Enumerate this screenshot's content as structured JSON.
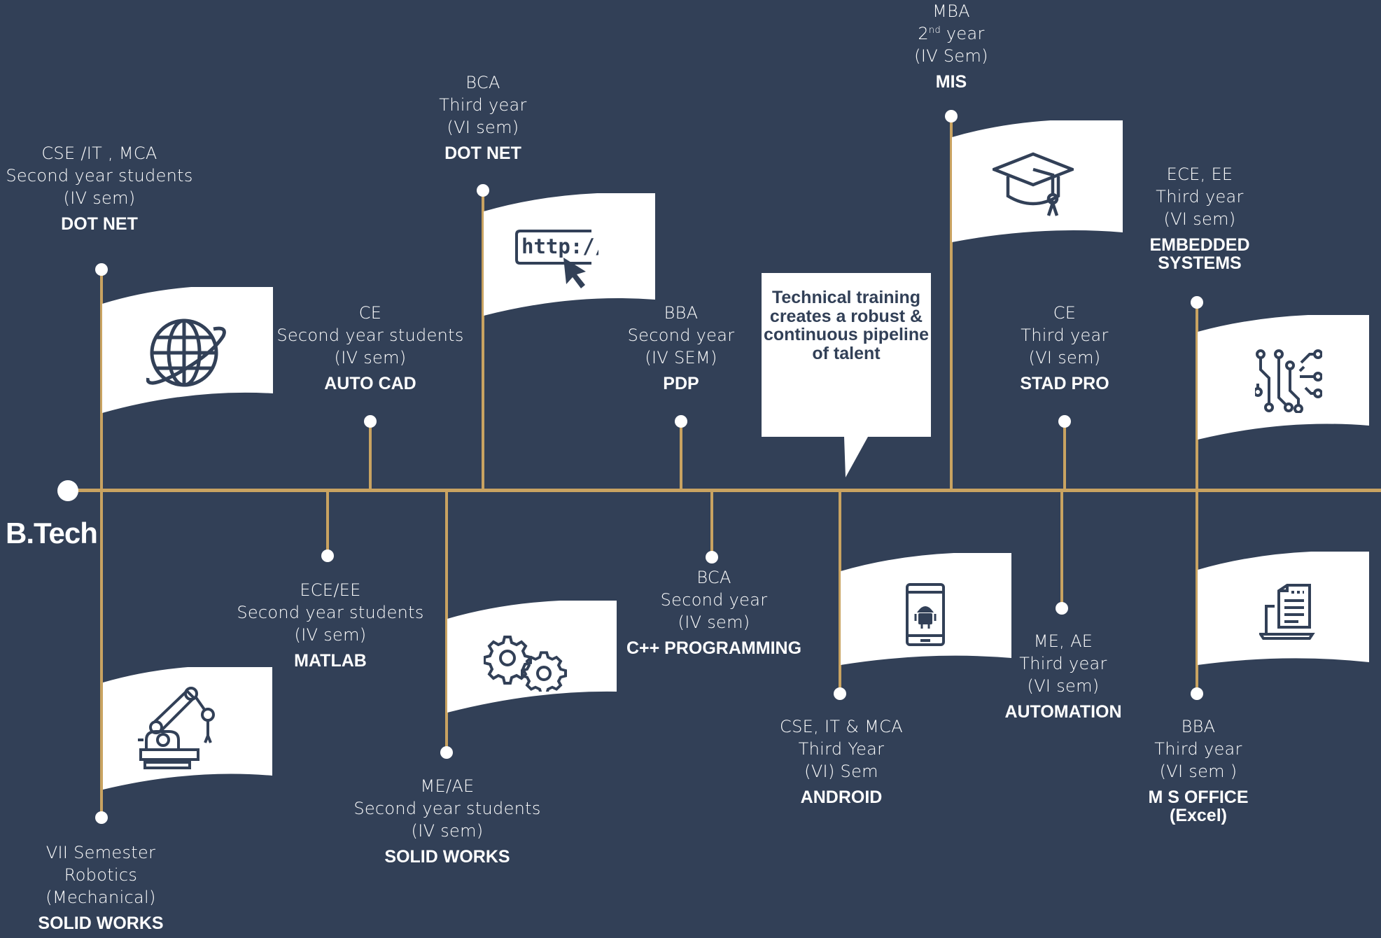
{
  "program": "B.Tech",
  "callout": "Technical training creates a robust & continuous pipeline of talent",
  "colors": {
    "background": "#324057",
    "timeline": "#c9a361",
    "flag": "#ffffff",
    "icon": "#324057"
  },
  "items": [
    {
      "lines": [
        "CSE /IT , MCA",
        "Second year students",
        "(IV sem)"
      ],
      "subject": "DOT NET",
      "icon": "globe-icon"
    },
    {
      "lines": [
        "CE",
        "Second year students",
        "(IV sem)"
      ],
      "subject": "AUTO CAD"
    },
    {
      "lines": [
        "BCA",
        "Third year",
        "(VI sem)"
      ],
      "subject": "DOT NET",
      "icon": "http-cursor-icon"
    },
    {
      "lines": [
        "BBA",
        "Second year",
        "(IV SEM)"
      ],
      "subject": "PDP"
    },
    {
      "lines": [
        "MBA",
        "(IV Sem)"
      ],
      "year_num": "2",
      "year_sup": "nd",
      "year_word": "year",
      "subject": "MIS",
      "icon": "graduation-cap-icon"
    },
    {
      "lines": [
        "CE",
        "Third  year",
        "(VI sem)"
      ],
      "subject": "STAD PRO"
    },
    {
      "lines": [
        "ECE, EE",
        "Third year",
        "(VI sem)"
      ],
      "subject_lines": [
        "EMBEDDED",
        "SYSTEMS"
      ],
      "icon": "circuit-icon"
    },
    {
      "lines": [
        "VII Semester",
        "Robotics",
        "(Mechanical)"
      ],
      "subject": "SOLID WORKS",
      "icon": "robot-arm-icon"
    },
    {
      "lines": [
        "ECE/EE",
        "Second year students",
        "(IV sem)"
      ],
      "subject": "MATLAB"
    },
    {
      "lines": [
        "ME/AE",
        "Second year students",
        "(IV sem)"
      ],
      "subject": "SOLID WORKS",
      "icon": "gears-icon"
    },
    {
      "lines": [
        "BCA",
        "Second year",
        "(IV sem)"
      ],
      "subject": "C++ PROGRAMMING"
    },
    {
      "lines": [
        "CSE, IT & MCA",
        "Third Year",
        "(VI) Sem"
      ],
      "subject": "ANDROID",
      "icon": "android-phone-icon"
    },
    {
      "lines": [
        "ME, AE",
        "Third year",
        "(VI sem)"
      ],
      "subject": "AUTOMATION"
    },
    {
      "lines": [
        "BBA",
        "Third year",
        "(VI sem )"
      ],
      "subject_lines": [
        "M S OFFICE",
        "(Excel)"
      ],
      "icon": "laptop-document-icon"
    }
  ]
}
